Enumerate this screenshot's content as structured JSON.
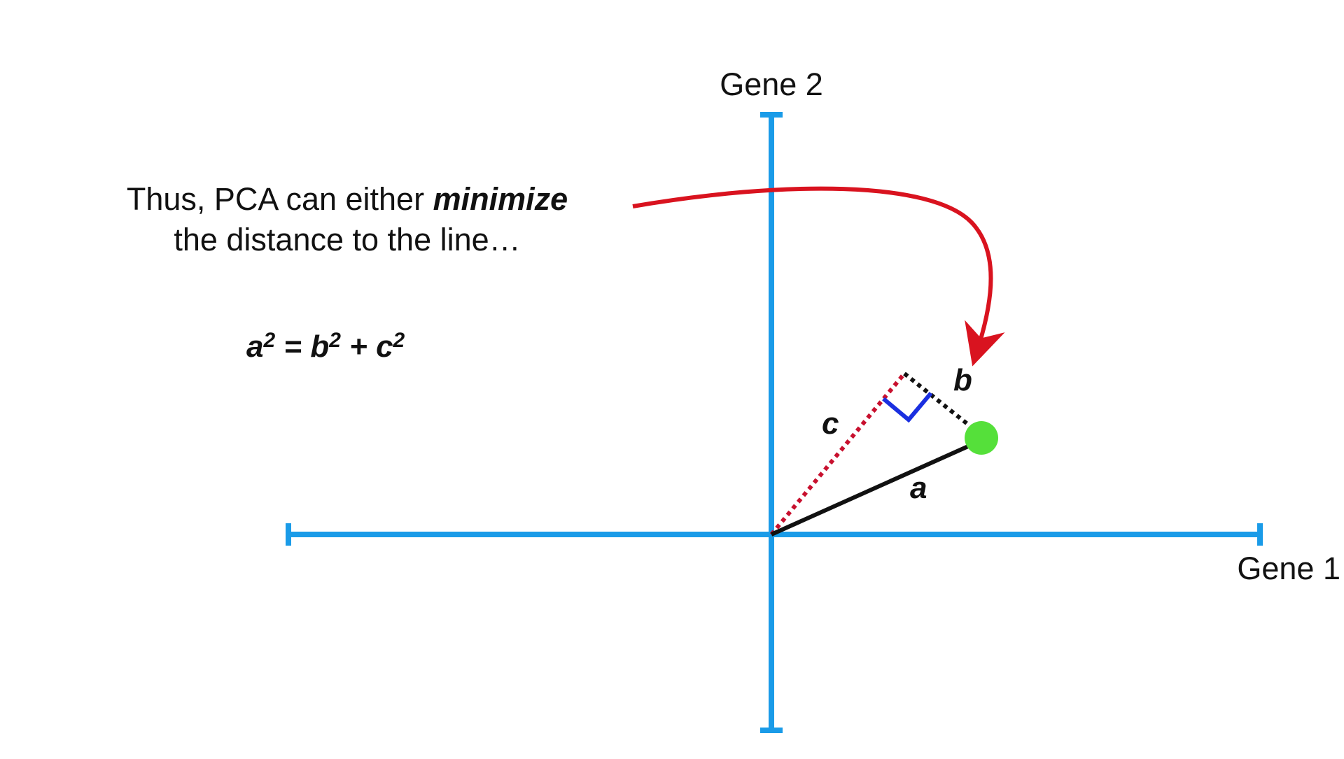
{
  "axes": {
    "x_label": "Gene 1",
    "y_label": "Gene 2"
  },
  "caption": {
    "line1_prefix": "Thus, PCA can either ",
    "line1_emphasis": "minimize",
    "line2": "the distance to the line…"
  },
  "formula": {
    "a": "a",
    "equals": " = ",
    "b": "b",
    "plus": " + ",
    "c": "c",
    "exponent": "2"
  },
  "triangle_labels": {
    "a": "a",
    "b": "b",
    "c": "c"
  },
  "colors": {
    "axis": "#1a9be8",
    "arrow": "#d9131f",
    "point": "#55e03a",
    "right_angle": "#1a2fe0",
    "segment": "#111111",
    "projection_line": "#c8102e"
  }
}
